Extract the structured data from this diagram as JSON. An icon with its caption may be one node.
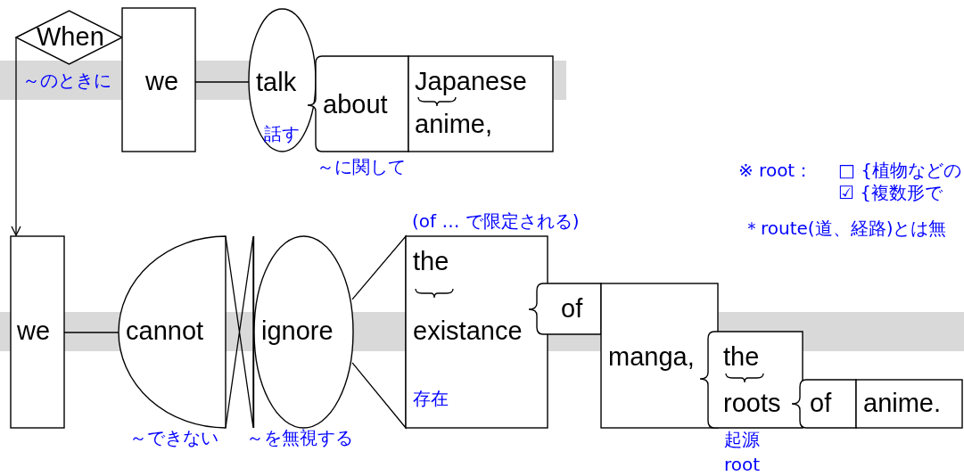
{
  "diagram": {
    "nodes": [
      {
        "text": [
          "When"
        ],
        "beside": [
          "～のときに"
        ]
      },
      {
        "text": [
          "we"
        ]
      },
      {
        "text": [
          "talk",
          "話す"
        ]
      },
      {
        "text": [
          "about"
        ],
        "beside": [
          "～に関して"
        ]
      },
      {
        "text": [
          "Japanese",
          "anime,"
        ]
      },
      {
        "text": [
          "we"
        ]
      },
      {
        "text": [
          "cannot"
        ],
        "beside": [
          "～できない"
        ]
      },
      {
        "text": [
          "ignore"
        ],
        "beside": [
          "～を無視する"
        ]
      },
      {
        "text": [
          "the",
          "existance",
          "存在"
        ],
        "beside": [
          "(of … で限定される)"
        ]
      },
      {
        "text": [
          "of"
        ]
      },
      {
        "text": [
          "manga,"
        ]
      },
      {
        "text": [
          "the",
          "roots"
        ],
        "beside": [
          "起源",
          "root"
        ]
      },
      {
        "text": [
          "of"
        ]
      },
      {
        "text": [
          "anime."
        ]
      }
    ],
    "edges": [
      {
        "from": 0,
        "to": 5,
        "arrow": "to"
      },
      {
        "from": 1,
        "to": 2,
        "arrow": "none"
      },
      {
        "from": 5,
        "to": 6,
        "arrow": "none"
      },
      {
        "from": 6,
        "to": 7,
        "arrow": "none"
      },
      {
        "from": 7,
        "to": 8,
        "arrow": "none"
      }
    ],
    "labels": [
      "※ root：",
      "□ {植物などの",
      "☑ {複数形で",
      "＊route(道、経路)とは無"
    ]
  }
}
